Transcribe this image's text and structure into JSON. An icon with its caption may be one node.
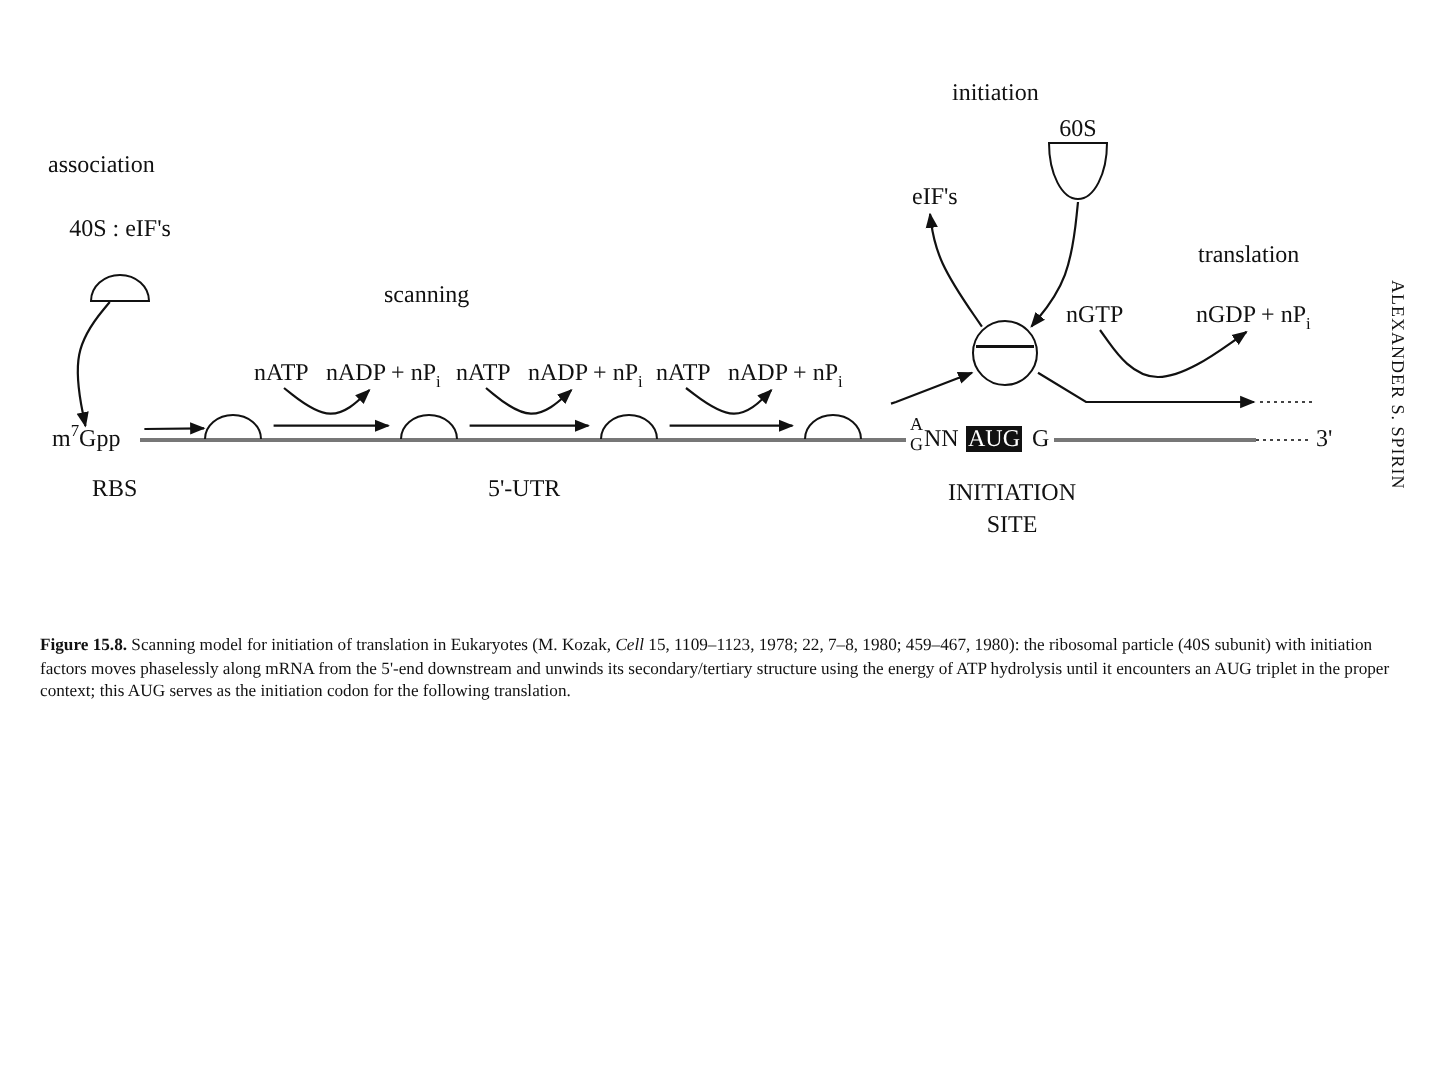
{
  "diagram": {
    "caption": "**Figure 15.8.** Scanning model for initiation of translation in Eukaryotes (M. Kozak, *Cell* 15, 1109–1123, 1978; 22, 7–8, 1980; 459–467, 1980): the ribosomal particle (40S subunit) with initiation factors moves phaselessly along mRNA from the 5'-end downstream and unwinds its secondary/tertiary structure using the energy of ATP hydrolysis until it encounters an AUG triplet in the proper context; this AUG serves as the initiation codon for the following translation.",
    "nodes": [
      {
        "text": [
          "40S : eIF's"
        ]
      },
      {
        "text": [
          "m$^{7}$Gpp"
        ]
      },
      {
        "text": [],
        "shape": "semicircle"
      },
      {
        "text": [],
        "shape": "semicircle"
      },
      {
        "text": [],
        "shape": "semicircle"
      },
      {
        "text": [],
        "shape": "semicircle"
      },
      {
        "text": [
          "nATP"
        ]
      },
      {
        "text": [
          "nADP + nP$_{i}$"
        ]
      },
      {
        "text": [
          "nATP"
        ]
      },
      {
        "text": [
          "nADP + nP$_{i}$"
        ]
      },
      {
        "text": [
          "nATP"
        ]
      },
      {
        "text": [
          "nADP + nP$_{i}$"
        ]
      },
      {
        "text": [
          "60S"
        ]
      },
      {
        "text": [
          "eIF's"
        ]
      },
      {
        "text": [],
        "shape": "circle"
      },
      {
        "text": [
          "nGTP"
        ]
      },
      {
        "text": [
          "nGDP + nP$_{i}$"
        ]
      }
    ],
    "edges": [
      {
        "from": 0,
        "to": 1,
        "arrow": "to"
      },
      {
        "from": 1,
        "to": 2,
        "arrow": "to"
      },
      {
        "from": 2,
        "to": 3,
        "arrow": "to"
      },
      {
        "from": 3,
        "to": 4,
        "arrow": "to"
      },
      {
        "from": 4,
        "to": 5,
        "arrow": "to"
      },
      {
        "from": 6,
        "to": 7,
        "arrow": "to"
      },
      {
        "from": 8,
        "to": 9,
        "arrow": "to"
      },
      {
        "from": 10,
        "to": 11,
        "arrow": "to"
      },
      {
        "from": 5,
        "to": 14,
        "arrow": "to"
      },
      {
        "from": 12,
        "to": 14,
        "arrow": "to"
      },
      {
        "from": 14,
        "to": 13,
        "arrow": "to"
      },
      {
        "from": 14,
        "to": null,
        "arrow": "to"
      },
      {
        "from": 15,
        "to": 16,
        "arrow": "to"
      }
    ],
    "labels": [
      "association",
      "scanning",
      "initiation",
      "translation",
      "A",
      "G",
      "NN",
      "AUG",
      "G",
      "3'",
      "RBS",
      "5'-UTR",
      "INITIATION SITE",
      "ALEXANDER S. SPIRIN"
    ]
  }
}
